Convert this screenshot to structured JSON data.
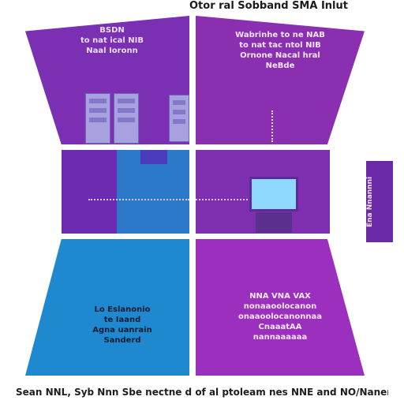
{
  "title": "Otor ral Sobband SMA Inlut",
  "panels": {
    "top_left": "BSDN\nto nat ical NIB\nNaal Ioronn",
    "top_right": "Wabrinhe to ne NAB\nto nat tac ntol NIB\nOrnone Nacal hral\nNeBde",
    "bottom_left": "Lo Eslanonio\nte Iaand\nAgna uanrain\nSanderd",
    "bottom_right": "NNA VNA VAX\nnonaaoolocanon\nonaaoolocanonnaa\nCnaaatAA\nnannaaaaaa",
    "side": "Ena Nnannni"
  },
  "caption": "Sean NNL, Syb Nnn Sbe nectne d of al ptoleam nes NNE and NO/Nanerd",
  "colors": {
    "purple_dark": "#7b2fb3",
    "purple": "#8a2fb0",
    "magenta": "#9b2fbe",
    "blue": "#1f89cf",
    "screen": "#8fd8ff"
  }
}
